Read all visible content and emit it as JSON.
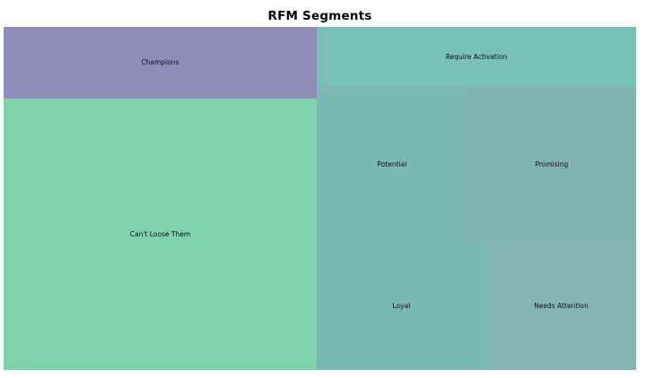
{
  "chart_data": {
    "type": "treemap",
    "title": "RFM Segments",
    "background": "#ffffff",
    "label_color": "#10101c",
    "legend": "none",
    "segments": [
      {
        "label": "Champions",
        "color": "#8f8db9",
        "area_pct": 10.3,
        "rect": {
          "x": 0,
          "y": 0,
          "w": 49.5,
          "h": 20.9
        }
      },
      {
        "label": "Can't Loose Them",
        "color": "#81d1ac",
        "area_pct": 39.2,
        "rect": {
          "x": 0,
          "y": 20.9,
          "w": 49.5,
          "h": 79.1
        }
      },
      {
        "label": "Require Activation",
        "color": "#79c0b9",
        "area_pct": 8.8,
        "rect": {
          "x": 49.5,
          "y": 0,
          "w": 50.5,
          "h": 17.5
        }
      },
      {
        "label": "Potential",
        "color": "#7bb7b3",
        "area_pct": 10.8,
        "rect": {
          "x": 49.5,
          "y": 17.5,
          "w": 23.8,
          "h": 45.2
        }
      },
      {
        "label": "Promising",
        "color": "#7fb3b1",
        "area_pct": 12.0,
        "rect": {
          "x": 73.3,
          "y": 17.5,
          "w": 26.7,
          "h": 45.2
        }
      },
      {
        "label": "Loyal",
        "color": "#7ab8b4",
        "area_pct": 10.0,
        "rect": {
          "x": 49.5,
          "y": 62.7,
          "w": 26.8,
          "h": 37.3
        }
      },
      {
        "label": "Needs Attention",
        "color": "#84b5b2",
        "area_pct": 8.8,
        "rect": {
          "x": 76.3,
          "y": 62.7,
          "w": 23.7,
          "h": 37.3
        }
      }
    ]
  }
}
